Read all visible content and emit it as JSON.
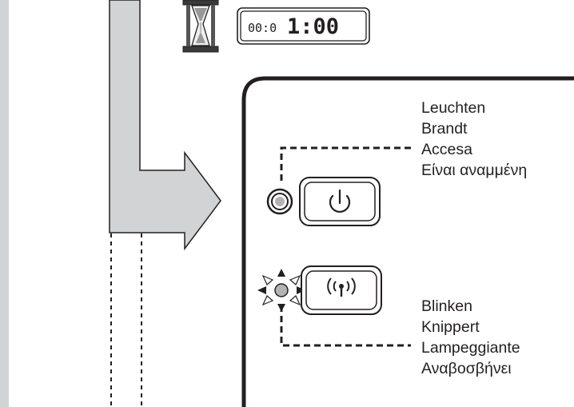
{
  "timer": {
    "small": "00:0",
    "large": "1:00"
  },
  "labels": {
    "lit": [
      "Leuchten",
      "Brandt",
      "Accesa",
      "Είναι αναμμένη"
    ],
    "blink": [
      "Blinken",
      "Knippert",
      "Lampeggiante",
      "Αναβοσβήνει"
    ]
  },
  "buttons": {
    "power_icon": "power-icon",
    "wireless_icon": "wireless-icon"
  },
  "colors": {
    "arrow_fill": "#d2d3d5",
    "stroke": "#231f20",
    "panel_fill": "#ffffff"
  }
}
